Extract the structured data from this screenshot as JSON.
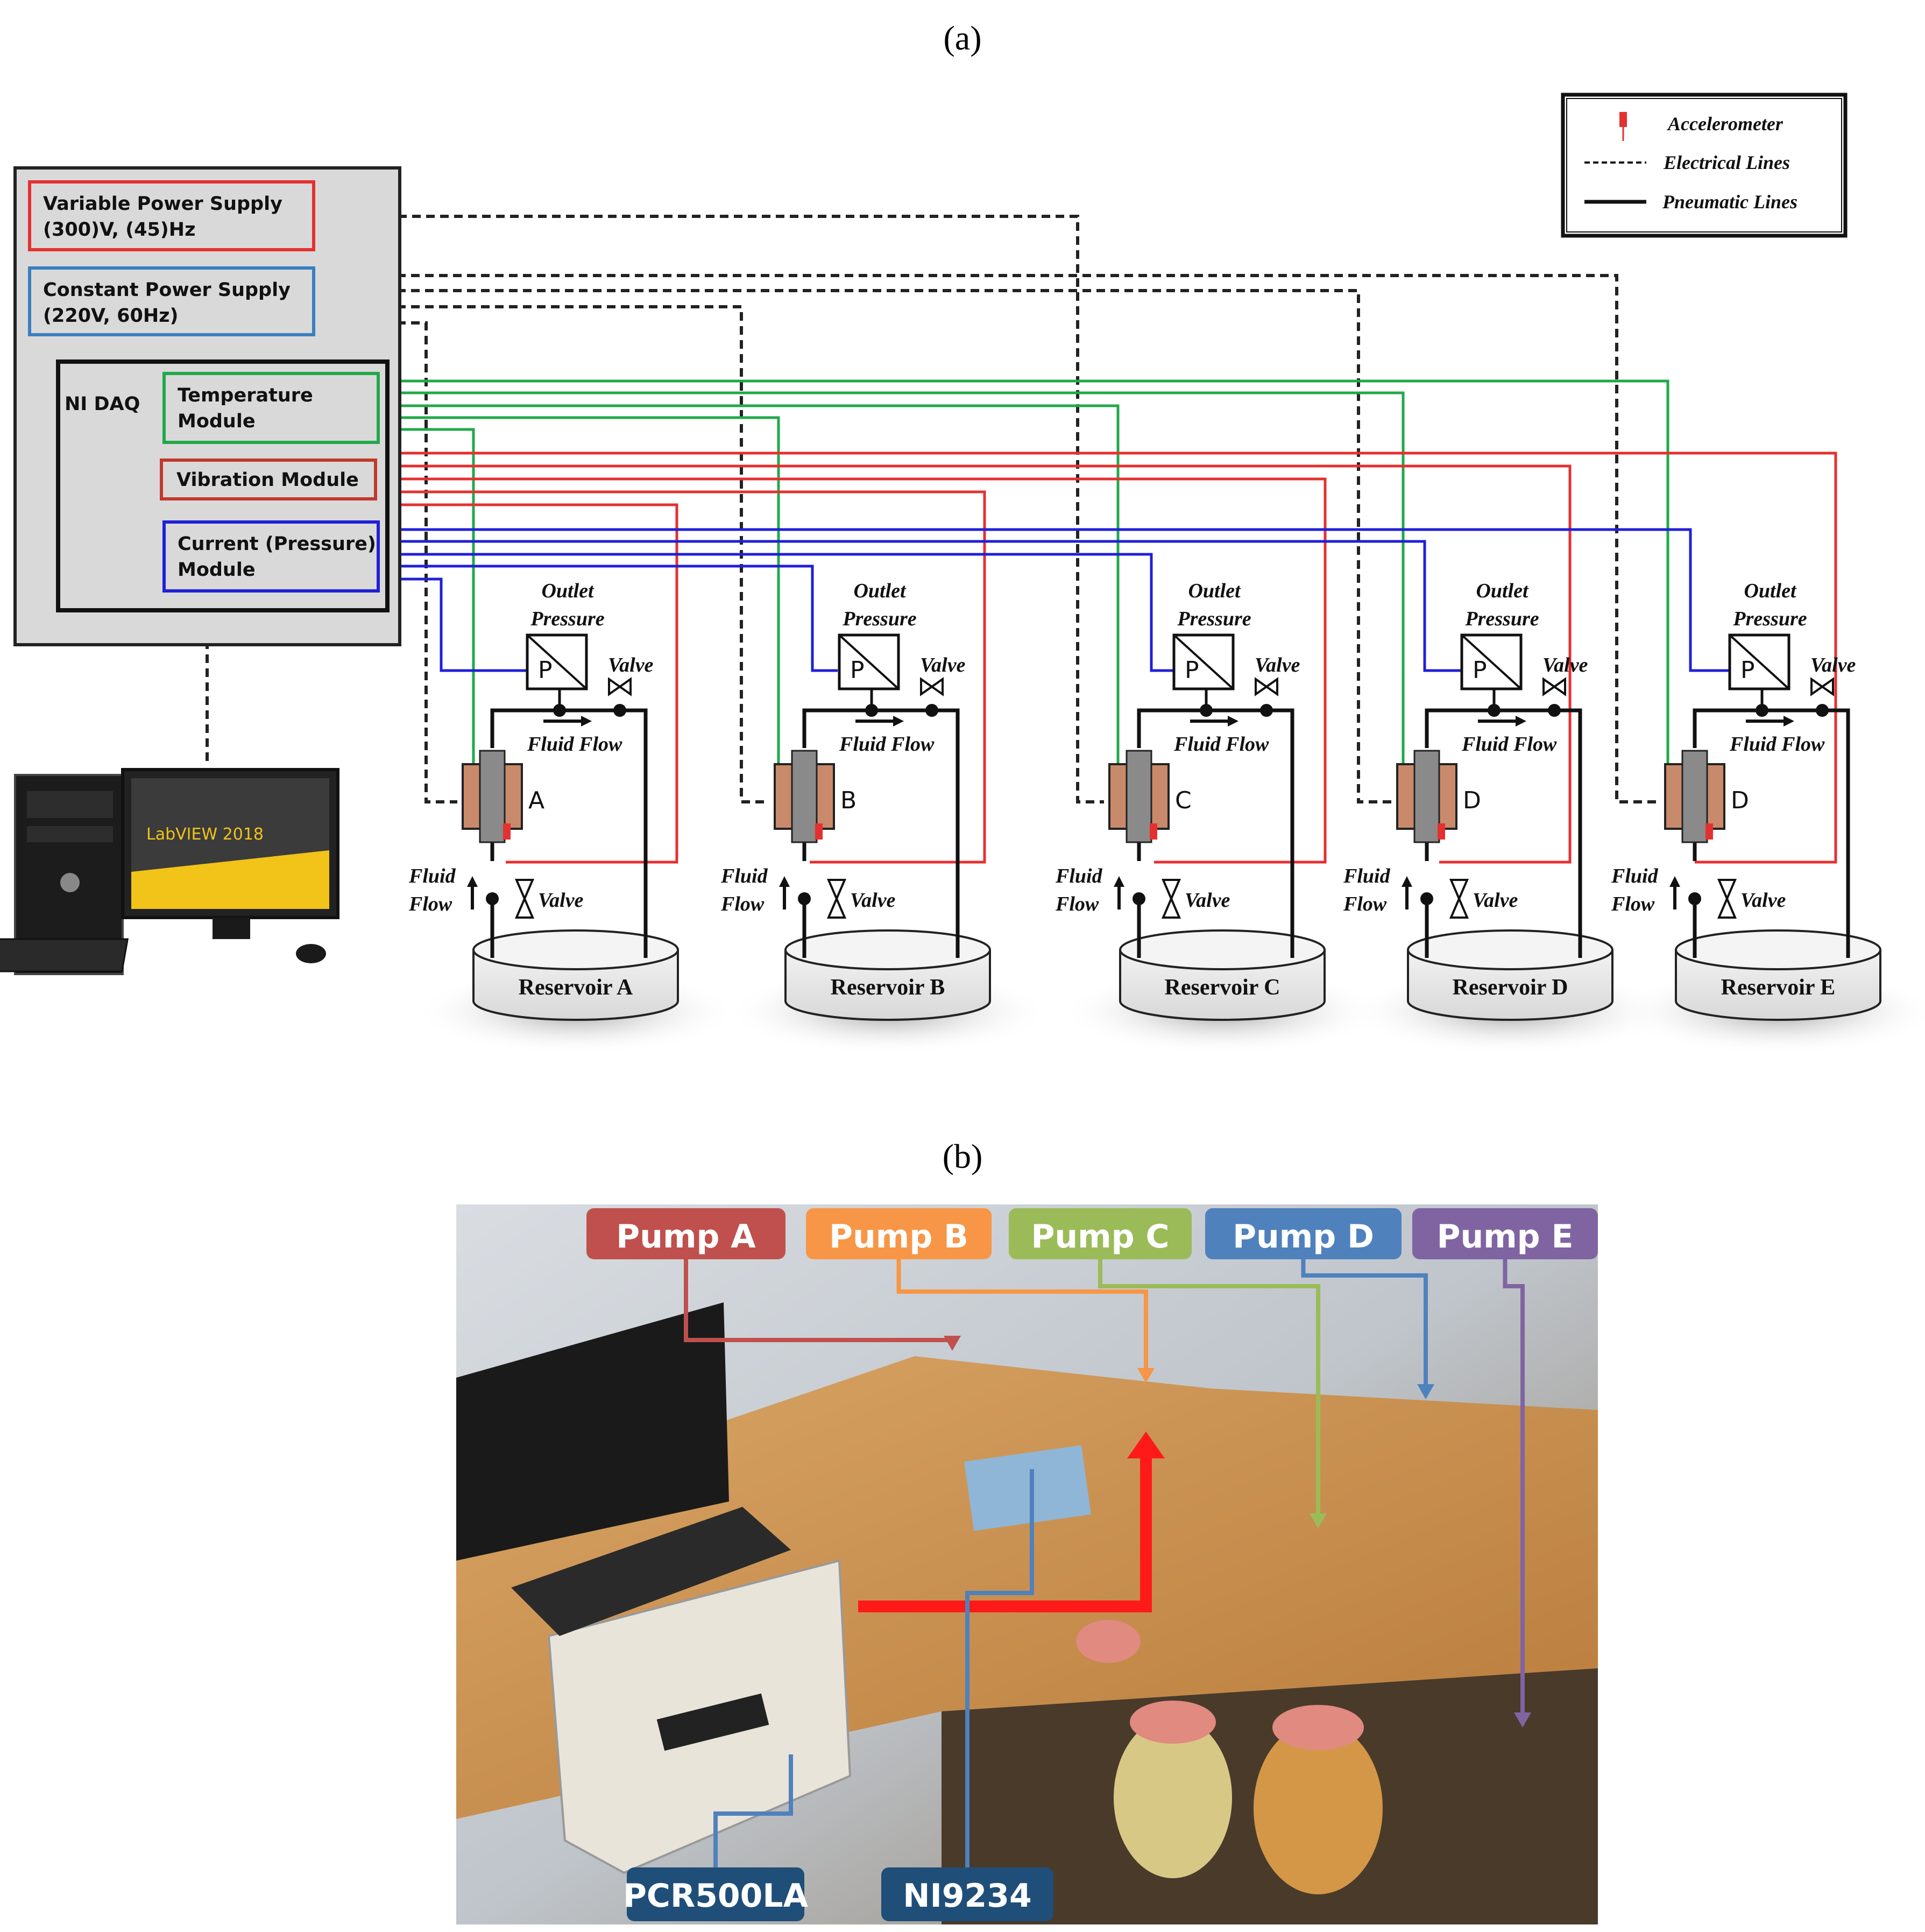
{
  "captions": {
    "a": "(a)",
    "b": "(b)"
  },
  "legend": {
    "accelerometer": "Accelerometer",
    "electrical": "Electrical Lines",
    "pneumatic": "Pneumatic Lines"
  },
  "daq_panel": {
    "variable_power_line1": "Variable Power Supply",
    "variable_power_line2": "(300)V, (45)Hz",
    "constant_power_line1": "Constant Power Supply",
    "constant_power_line2": "(220V, 60Hz)",
    "ni_daq": "NI DAQ",
    "temperature_line1": "Temperature",
    "temperature_line2": "Module",
    "vibration": "Vibration Module",
    "current_line1": "Current (Pressure)",
    "current_line2": "Module"
  },
  "computer": {
    "screen_text": "LabVIEW 2018"
  },
  "labels": {
    "outlet": "Outlet",
    "pressure": "Pressure",
    "valve": "Valve",
    "fluid_flow": "Fluid Flow",
    "fluid": "Fluid",
    "flow": "Flow",
    "gauge_p": "P"
  },
  "pumps": [
    {
      "letter": "A",
      "reservoir": "Reservoir A"
    },
    {
      "letter": "B",
      "reservoir": "Reservoir B"
    },
    {
      "letter": "C",
      "reservoir": "Reservoir C"
    },
    {
      "letter": "D",
      "reservoir": "Reservoir D"
    },
    {
      "letter": "D",
      "reservoir": "Reservoir E"
    }
  ],
  "photo": {
    "tags": [
      {
        "label": "Pump A",
        "color": "#c0504d"
      },
      {
        "label": "Pump B",
        "color": "#f79646"
      },
      {
        "label": "Pump C",
        "color": "#9bbb59"
      },
      {
        "label": "Pump D",
        "color": "#4f81bd"
      },
      {
        "label": "Pump E",
        "color": "#8064a2"
      }
    ],
    "bottom_tags": [
      {
        "label": "PCR500LA",
        "color": "#1f4e79"
      },
      {
        "label": "NI9234",
        "color": "#1f4e79"
      }
    ]
  },
  "colors": {
    "temperature": "#22a84a",
    "vibration": "#e53030",
    "current": "#2020d8",
    "variable_box": "#e53030",
    "constant_box": "#3a7fc1"
  }
}
